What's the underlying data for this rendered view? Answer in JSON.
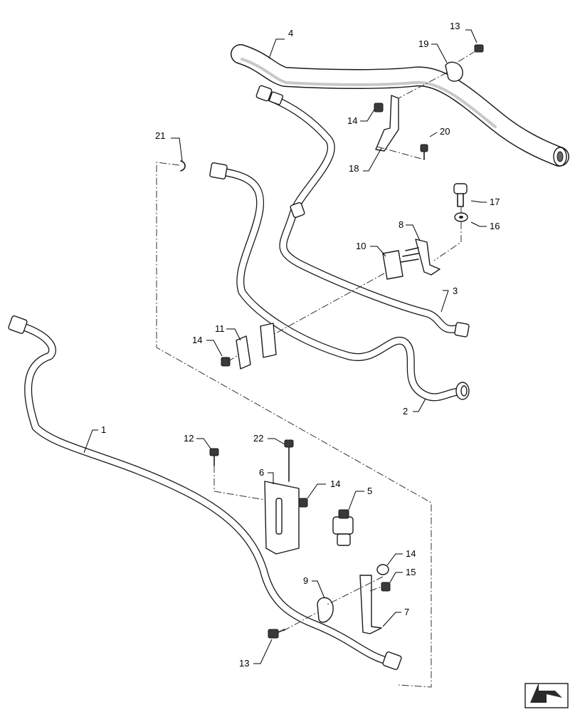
{
  "callouts": [
    {
      "id": "c1",
      "text": "1"
    },
    {
      "id": "c2",
      "text": "2"
    },
    {
      "id": "c3",
      "text": "3"
    },
    {
      "id": "c4",
      "text": "4"
    },
    {
      "id": "c5",
      "text": "5"
    },
    {
      "id": "c6",
      "text": "6"
    },
    {
      "id": "c7",
      "text": "7"
    },
    {
      "id": "c8",
      "text": "8"
    },
    {
      "id": "c9",
      "text": "9"
    },
    {
      "id": "c10",
      "text": "10"
    },
    {
      "id": "c11",
      "text": "11"
    },
    {
      "id": "c12",
      "text": "12"
    },
    {
      "id": "c13a",
      "text": "13"
    },
    {
      "id": "c13b",
      "text": "13"
    },
    {
      "id": "c14a",
      "text": "14"
    },
    {
      "id": "c14b",
      "text": "14"
    },
    {
      "id": "c14c",
      "text": "14"
    },
    {
      "id": "c14d",
      "text": "14"
    },
    {
      "id": "c15",
      "text": "15"
    },
    {
      "id": "c16",
      "text": "16"
    },
    {
      "id": "c17",
      "text": "17"
    },
    {
      "id": "c18",
      "text": "18"
    },
    {
      "id": "c19",
      "text": "19"
    },
    {
      "id": "c20",
      "text": "20"
    },
    {
      "id": "c21",
      "text": "21"
    },
    {
      "id": "c22",
      "text": "22"
    }
  ],
  "nav_icon": {
    "name": "next-page-arrow-icon"
  }
}
